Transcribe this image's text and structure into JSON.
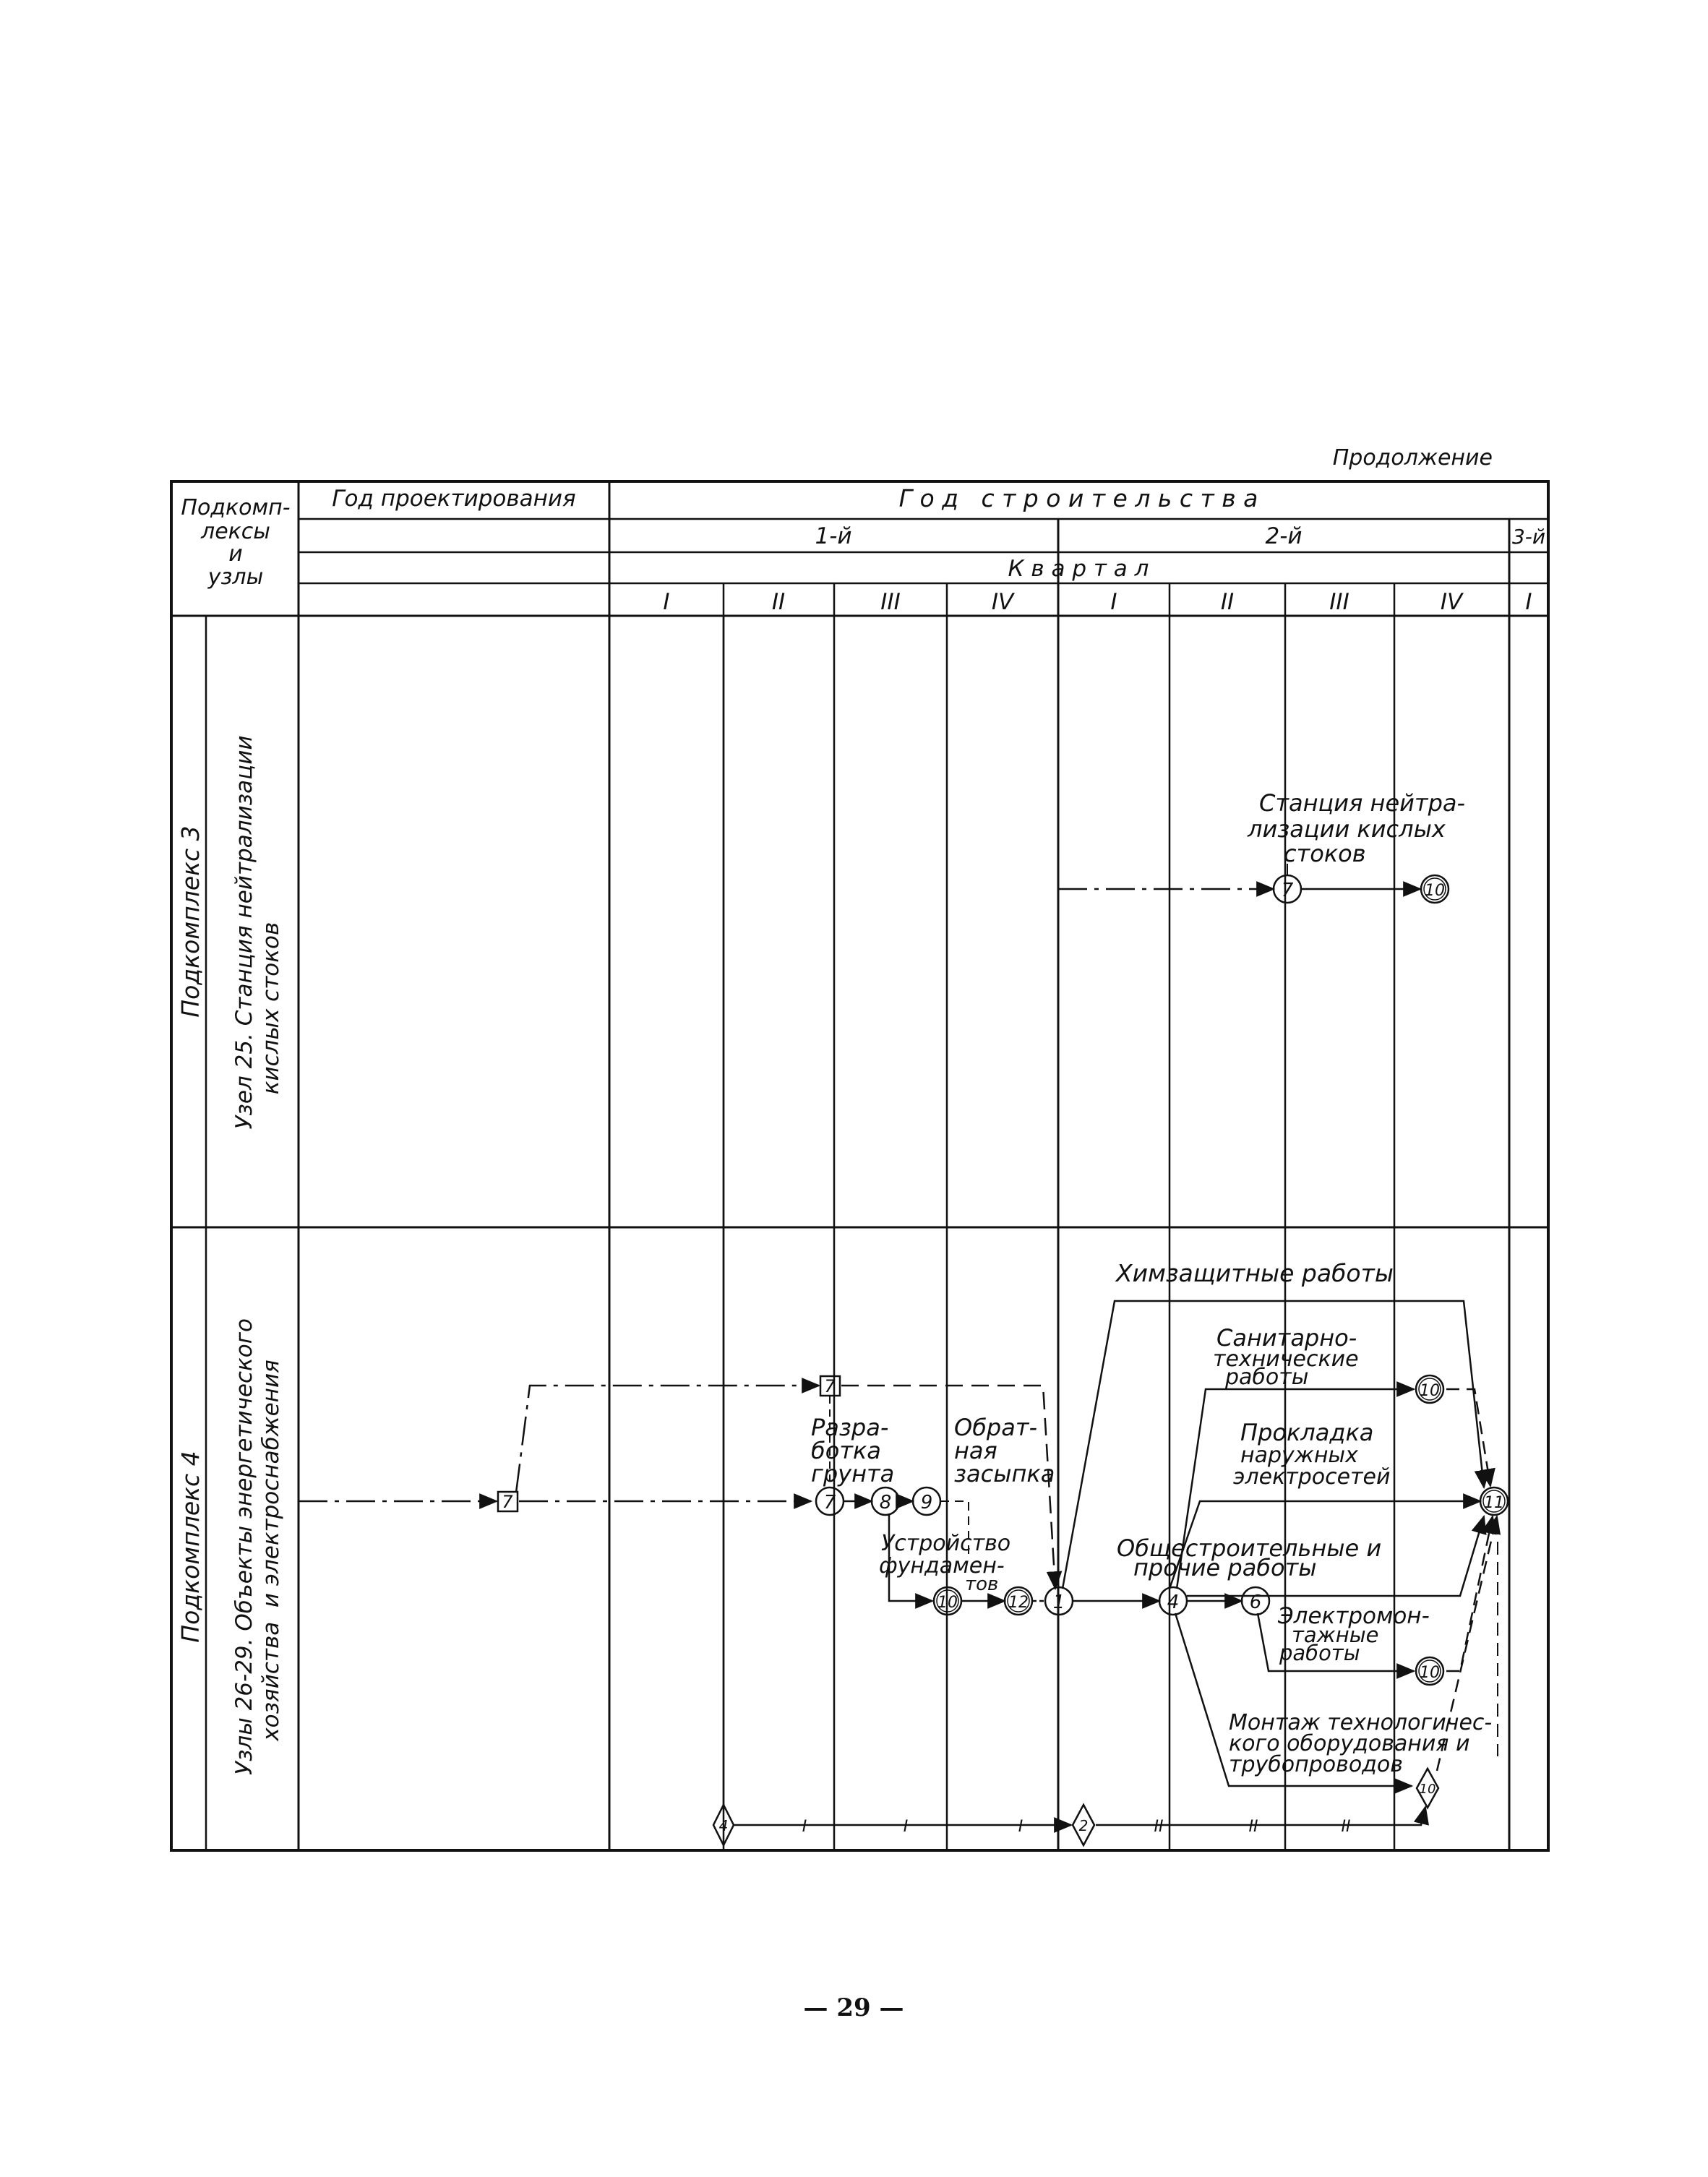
{
  "continuation": "Продолжение",
  "header": {
    "col_subcomplex": [
      "Подкомп-",
      "лексы",
      "и",
      "узлы"
    ],
    "design_year": "Год проектирования",
    "construction_year": "Г о д   с т р о и т е л ь с т в а",
    "years": [
      "1-й",
      "2-й",
      "3-й"
    ],
    "quarter_label": "К в а р т а л",
    "quarters": [
      "I",
      "II",
      "III",
      "IV",
      "I",
      "II",
      "III",
      "IV",
      "I"
    ]
  },
  "rows": [
    {
      "subcomplex": "Подкомплекс 3",
      "node": [
        "Узел 25. Станция нейтрализации",
        "кислых стоков"
      ]
    },
    {
      "subcomplex": "Подкомплекс 4",
      "node": [
        "Узлы 26-29. Объекты энергетического",
        "хозяйства  и электроснабжения"
      ]
    }
  ],
  "diagram": {
    "station_label": [
      "Станция нейтра-",
      "лизации кислых",
      "стоков"
    ],
    "chem_protection": "Химзащитные работы",
    "sanitary": [
      "Санитарно-",
      "технические",
      "работы"
    ],
    "cable_laying": [
      "Прокладка",
      "наружных",
      "электросетей"
    ],
    "excavation": [
      "Разра-",
      "ботка",
      "грунта"
    ],
    "backfill": [
      "Обрат-",
      "ная",
      "засыпка"
    ],
    "foundation": [
      "Устройство",
      "фундамен-",
      "тов"
    ],
    "general_construction": [
      "Общестроительные и",
      "прочие работы"
    ],
    "electrical": [
      "Электромон-",
      "тажные",
      "работы"
    ],
    "equipment": [
      "Монтаж технологичес-",
      "кого оборудования и",
      "трубопроводов"
    ],
    "nodes": {
      "n7_top": "7",
      "n10_top": "10",
      "sq7_left": "7",
      "sq7_upper": "7",
      "n7": "7",
      "n8": "8",
      "n9": "9",
      "n10_found": "10",
      "n12": "12",
      "n1": "1",
      "n4": "4",
      "n6": "6",
      "n10_san": "10",
      "n11": "11",
      "n10_el": "10",
      "d4": "4",
      "d2": "2",
      "d10": "10"
    },
    "bottom_marks": [
      "I",
      "I",
      "I",
      "II",
      "II",
      "II"
    ]
  },
  "page_number": "— 29 —"
}
